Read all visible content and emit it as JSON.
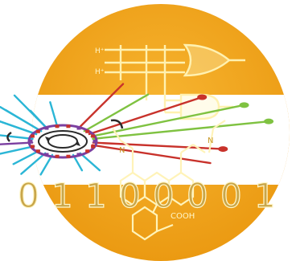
{
  "colors": {
    "disc": "#f2a41f",
    "band": "#ffffff",
    "ring": "#2a2a2a",
    "wire_blue": "#2bb6d6",
    "wire_red": "#c8322b",
    "wire_green": "#7fc241",
    "wire_purple": "#7b3fa0",
    "logic_gate": "#fff3b8",
    "molecule": "#fff3b8",
    "binary_text": "#c9a64a"
  },
  "binary": {
    "digits": [
      "0",
      "1",
      "1",
      "0",
      "0",
      "0",
      "0",
      "1"
    ]
  },
  "molecule": {
    "cooh_label": "COOH"
  }
}
